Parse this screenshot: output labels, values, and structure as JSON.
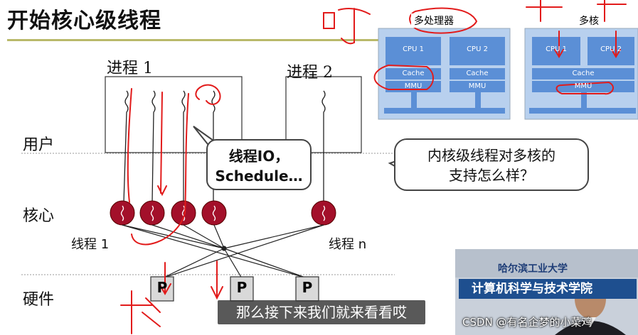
{
  "slide": {
    "title": "开始核心级线程",
    "process1_label": "进程 1",
    "process2_label": "进程 2",
    "user_label": "用户",
    "core_label": "核心",
    "hardware_label": "硬件",
    "thread1_label": "线程 1",
    "threadn_label": "线程 n",
    "processor_letter": "P",
    "bubble_io_line1": "线程IO，",
    "bubble_io_line2": "Schedule…",
    "bubble_question_line1": "内核级线程对多核的",
    "bubble_question_line2": "支持怎么样？"
  },
  "diagram_multiprocessor": {
    "title": "多处理器",
    "cpu1": "CPU 1",
    "cpu2": "CPU 2",
    "cache": "Cache",
    "mmu": "MMU"
  },
  "diagram_multicore": {
    "title": "多核",
    "cpu1": "CPU 1",
    "cpu2": "CPU 2",
    "cache": "Cache",
    "mmu": "MMU"
  },
  "video": {
    "banner_text": "计算机科学与技术学院",
    "banner_small": "哈尔滨工业大学"
  },
  "subtitle": "那么接下来我们就来看看哎",
  "watermark": "CSDN @有名企梦的小菜鸡",
  "colors": {
    "thread_red": "#a3102a",
    "diagram_blue": "#5b8fd6",
    "annotation_red": "#e21b1b",
    "banner_blue": "#1e4f8f"
  }
}
